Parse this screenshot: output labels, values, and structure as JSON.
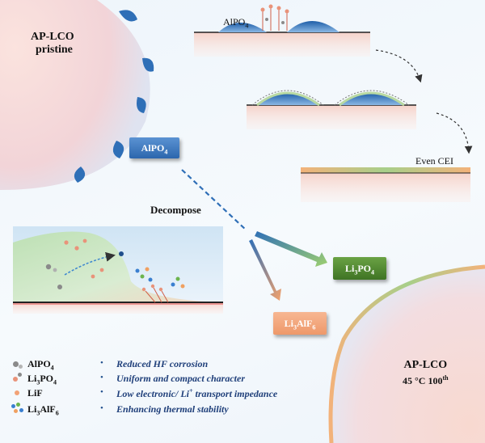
{
  "labels": {
    "ap_lco_pristine_line1": "AP-LCO",
    "ap_lco_pristine_line2": "pristine",
    "ap_lco_cycled_line1": "AP-LCO",
    "ap_lco_cycled_line2": "45 °C 100",
    "ap_lco_cycled_sup": "th",
    "even_cei": "Even CEI",
    "decompose": "Decompose",
    "alpo4_top_label": "AlPO",
    "alpo4_top_sub": "4"
  },
  "chips": {
    "alpo4": {
      "main": "AlPO",
      "sub": "4"
    },
    "li3po4": {
      "main": "Li",
      "sub1": "3",
      "mid": "PO",
      "sub2": "4"
    },
    "li3alf6": {
      "main": "Li",
      "sub1": "3",
      "mid": "AlF",
      "sub2": "6"
    }
  },
  "legend": [
    {
      "name": "AlPO",
      "name_sub": "4",
      "description": "Reduced HF corrosion"
    },
    {
      "name": "Li",
      "name_sub": "3",
      "name_rest": "PO",
      "name_sub2": "4",
      "description": "Uniform and compact character"
    },
    {
      "name": "LiF",
      "description": "Low electronic/ Li",
      "desc_sup": "+",
      "desc_rest": " transport impedance"
    },
    {
      "name": "Li",
      "name_sub": "3",
      "name_rest": "AlF",
      "name_sub2": "6",
      "description": "Enhancing thermal stability"
    }
  ],
  "bullet": "•",
  "colors": {
    "alpo4_blue": "#2e6fb6",
    "li3po4_green": "#4f8a2c",
    "li3alf6_orange": "#f2a276",
    "coating_blue": "#3d7fc6",
    "substrate_pink": "#f7d6cf",
    "cei_orange": "#f0a060",
    "cei_green": "#8cc07a"
  }
}
